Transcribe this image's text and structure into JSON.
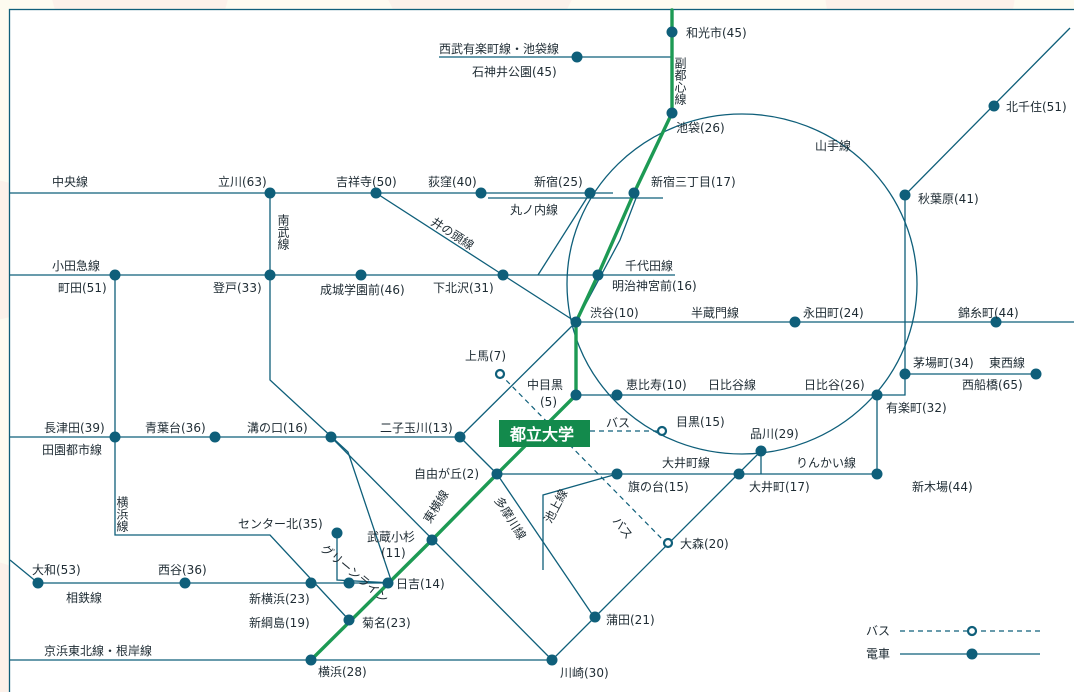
{
  "colors": {
    "line": "#0f5f7a",
    "green_line": "#1d9a54",
    "university_box": "#138a4c",
    "background": "#fdfbf0"
  },
  "university": "都立大学",
  "stations": {
    "wakoshi": "和光市(45)",
    "shakujii": "石神井公園(45)",
    "ikebukuro": "池袋(26)",
    "kitasenju": "北千住(51)",
    "tachikawa": "立川(63)",
    "kichijoji": "吉祥寺(50)",
    "ogikubo": "荻窪(40)",
    "shinjuku": "新宿(25)",
    "shinjuku3": "新宿三丁目(17)",
    "akihabara": "秋葉原(41)",
    "machida": "町田(51)",
    "noborito": "登戸(33)",
    "seijo": "成城学園前(46)",
    "shimokita": "下北沢(31)",
    "meijijingu": "明治神宮前(16)",
    "shibuya": "渋谷(10)",
    "nagatacho": "永田町(24)",
    "kinshicho": "錦糸町(44)",
    "kayabacho": "茅場町(34)",
    "nishifunabashi": "西船橋(65)",
    "kamiuma": "上馬(7)",
    "nakameguro_a": "中目黒",
    "nakameguro_b": "(5)",
    "ebisu": "恵比寿(10)",
    "hibiya": "日比谷(26)",
    "yurakucho": "有楽町(32)",
    "nagatsuta": "長津田(39)",
    "aobadai": "青葉台(36)",
    "mizonokuchi": "溝の口(16)",
    "futako": "二子玉川(13)",
    "meguro": "目黒(15)",
    "shinagawa": "品川(29)",
    "jiyugaoka": "自由が丘(2)",
    "hatanodai": "旗の台(15)",
    "oimachi": "大井町(17)",
    "shinkiba": "新木場(44)",
    "center_kita": "センター北(35)",
    "musashi_a": "武蔵小杉",
    "musashi_b": "(11)",
    "omori": "大森(20)",
    "yamato": "大和(53)",
    "nishiya": "西谷(36)",
    "hiyoshi": "日吉(14)",
    "shinyoko": "新横浜(23)",
    "shintsuna": "新綱島(19)",
    "kikuna": "菊名(23)",
    "kamata": "蒲田(21)",
    "yokohama": "横浜(28)",
    "kawasaki": "川崎(30)"
  },
  "lines": {
    "seibu": "西武有楽町線・池袋線",
    "fukutoshin": "副都心線",
    "yamanote": "山手線",
    "chuo": "中央線",
    "marunouchi": "丸ノ内線",
    "nambu": "南武線",
    "inokashira": "井の頭線",
    "odakyu": "小田急線",
    "chiyoda": "千代田線",
    "hanzomon": "半蔵門線",
    "tozai": "東西線",
    "hibiya": "日比谷線",
    "denentoshi": "田園都市線",
    "oimachi": "大井町線",
    "rinkai": "りんかい線",
    "yokohama_line": "横浜線",
    "toyoko": "東横線",
    "tamagawa": "多摩川線",
    "ikegami": "池上線",
    "bus_diag": "バス",
    "bus_meguro": "バス",
    "green_line": "グリーンライン",
    "sotetsu": "相鉄線",
    "keihin": "京浜東北線・根岸線"
  },
  "legend": {
    "bus": "バス",
    "train": "電車"
  }
}
